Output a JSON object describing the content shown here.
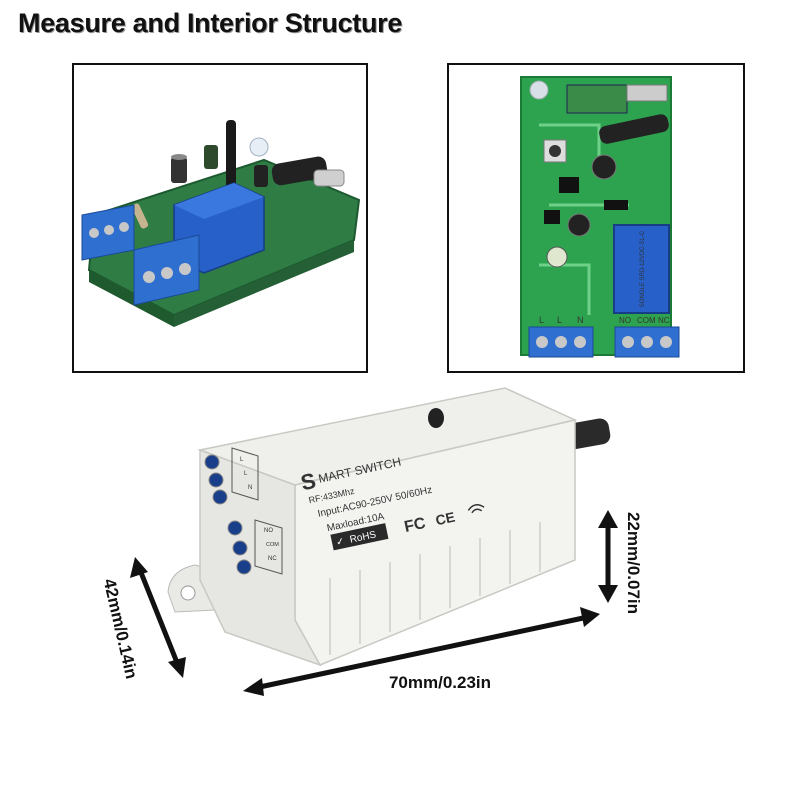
{
  "title": "Measure and Interior Structure",
  "device": {
    "brand_initial": "S",
    "brand_rest": "MART  SWITCH",
    "rf": "RF:433Mhz",
    "input": "Input:AC90-250V  50/60Hz",
    "maxload": "Maxload:10A",
    "rohs": "RoHS",
    "fc_mark": "FC",
    "ce_mark": "CE",
    "terminals_top": [
      "L",
      "L",
      "N"
    ],
    "terminals_bottom": [
      "NO",
      "COM",
      "NC"
    ]
  },
  "board": {
    "relay_text": "SONGLE  SRD-12VDC-SL-C",
    "terminal_labels_left": [
      "L",
      "L",
      "N"
    ],
    "terminal_labels_right": [
      "NO",
      "COM",
      "NC"
    ]
  },
  "dimensions": {
    "length": "70mm/0.23in",
    "width": "42mm/0.14in",
    "height": "22mm/0.07in"
  }
}
